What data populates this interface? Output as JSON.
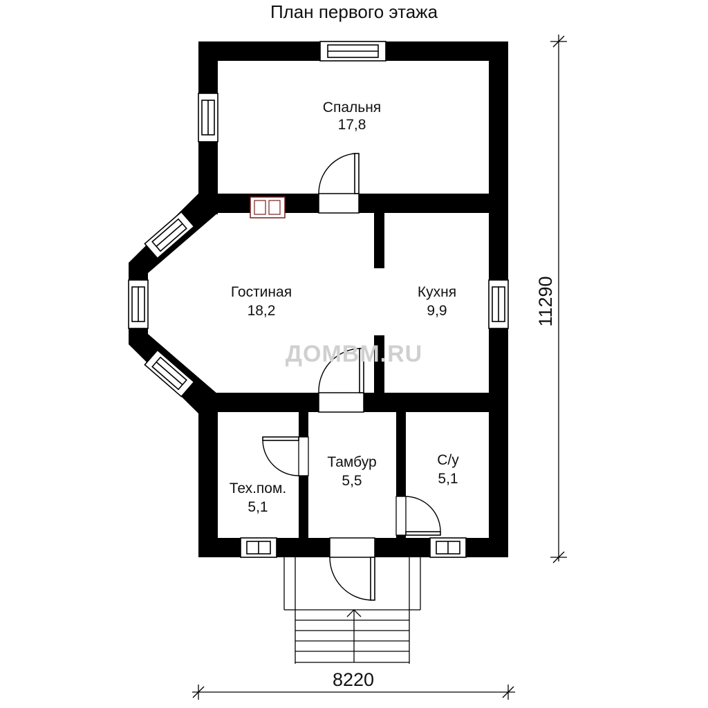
{
  "title": "План первого этажа",
  "rooms": [
    {
      "name": "Спальня",
      "area": "17,8"
    },
    {
      "name": "Гостиная",
      "area": "18,2"
    },
    {
      "name": "Кухня",
      "area": "9,9"
    },
    {
      "name": "Тех.пом.",
      "area": "5,1"
    },
    {
      "name": "Тамбур",
      "area": "5,5"
    },
    {
      "name": "С/у",
      "area": "5,1"
    }
  ],
  "dimensions": {
    "width": "8220",
    "height": "11290"
  },
  "watermark": "ДОМВМ.RU"
}
